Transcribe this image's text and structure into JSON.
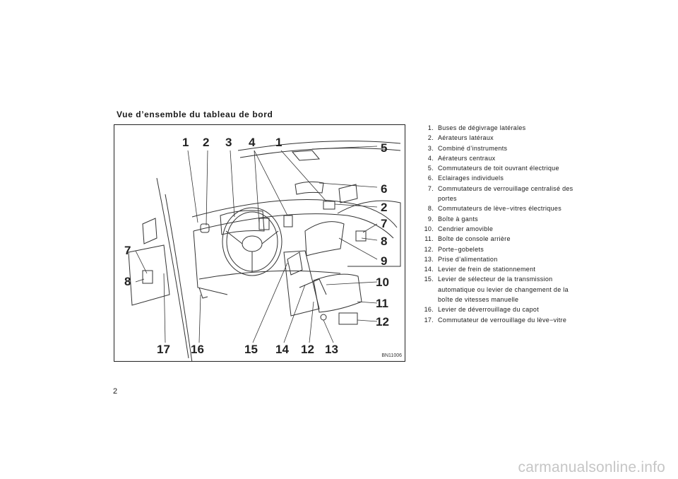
{
  "section_title": "Vue d’ensemble du tableau de bord",
  "figure": {
    "code": "BN11006",
    "callouts": [
      "1",
      "2",
      "3",
      "4",
      "1",
      "5",
      "6",
      "2",
      "7",
      "8",
      "9",
      "10",
      "11",
      "12",
      "7",
      "8",
      "17",
      "16",
      "15",
      "14",
      "12",
      "13"
    ]
  },
  "legend": [
    {
      "num": "1.",
      "text": "Buses de dégivrage latérales"
    },
    {
      "num": "2.",
      "text": "Aérateurs latéraux"
    },
    {
      "num": "3.",
      "text": "Combiné d’instruments"
    },
    {
      "num": "4.",
      "text": "Aérateurs centraux"
    },
    {
      "num": "5.",
      "text": "Commutateurs de toit ouvrant électrique"
    },
    {
      "num": "6.",
      "text": "Eclairages individuels"
    },
    {
      "num": "7.",
      "text": "Commutateurs de verrouillage centralisé des portes"
    },
    {
      "num": "8.",
      "text": "Commutateurs de lève−vitres électriques"
    },
    {
      "num": "9.",
      "text": "Boîte à gants"
    },
    {
      "num": "10.",
      "text": "Cendrier amovible"
    },
    {
      "num": "11.",
      "text": "Boîte de console arrière"
    },
    {
      "num": "12.",
      "text": "Porte−gobelets"
    },
    {
      "num": "13.",
      "text": "Prise d’alimentation"
    },
    {
      "num": "14.",
      "text": "Levier de frein de stationnement"
    },
    {
      "num": "15.",
      "text": "Levier de sélecteur de la transmission automatique ou levier de changement de la boîte de vitesses manuelle"
    },
    {
      "num": "16.",
      "text": "Levier de déverrouillage du capot"
    },
    {
      "num": "17.",
      "text": "Commutateur de verrouillage du lève−vitre"
    }
  ],
  "page_number": "2",
  "watermark": "carmanualsonline.info"
}
